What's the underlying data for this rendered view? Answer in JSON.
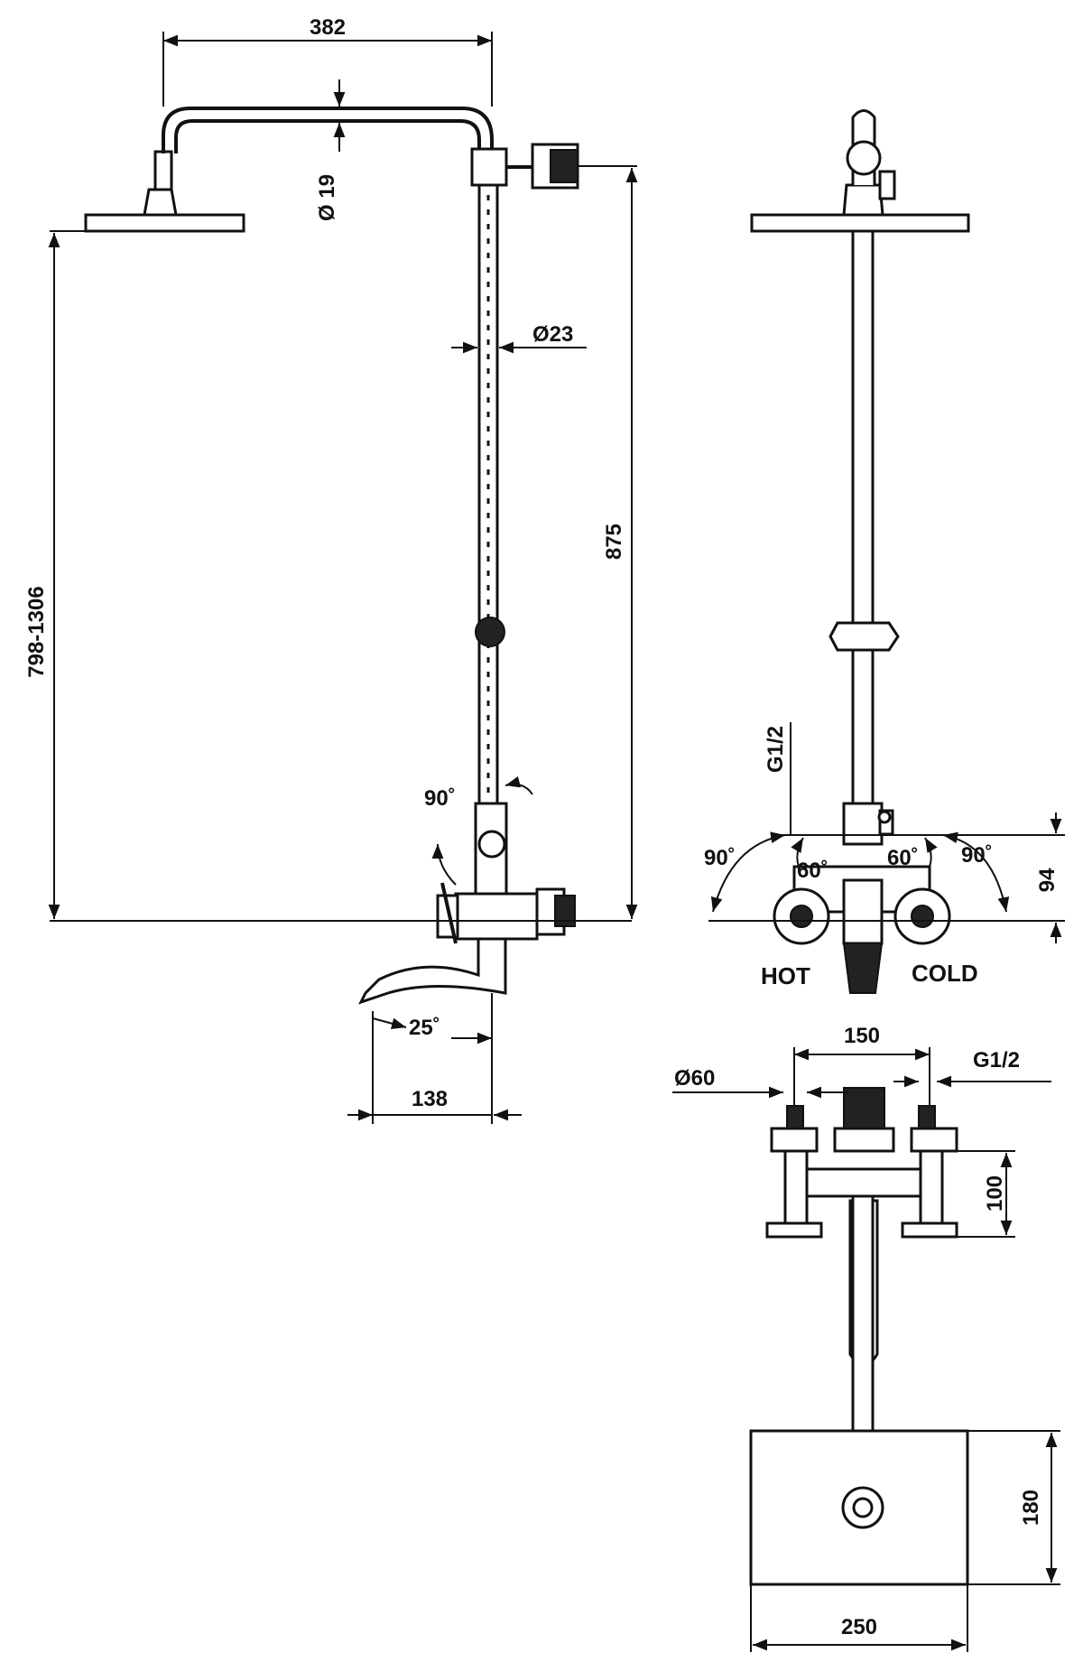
{
  "side_view": {
    "arm_length": "382",
    "arm_diameter": "Ø 19",
    "pipe_diameter": "Ø23",
    "height_range": "798-1306",
    "pipe_height": "875",
    "mixer_angle": "90˚",
    "spout_angle": "25˚",
    "spout_reach": "138"
  },
  "front_view": {
    "thread": "G1/2",
    "hot_outer_angle": "90˚",
    "hot_inner_angle": "60˚",
    "cold_inner_angle": "60˚",
    "cold_outer_angle": "90˚",
    "mixer_height": "94",
    "hot_label": "HOT",
    "cold_label": "COLD"
  },
  "top_view": {
    "centers": "150",
    "thread": "G1/2",
    "handle_diameter": "Ø60",
    "body_height": "100",
    "base_depth": "180",
    "base_width": "250"
  }
}
